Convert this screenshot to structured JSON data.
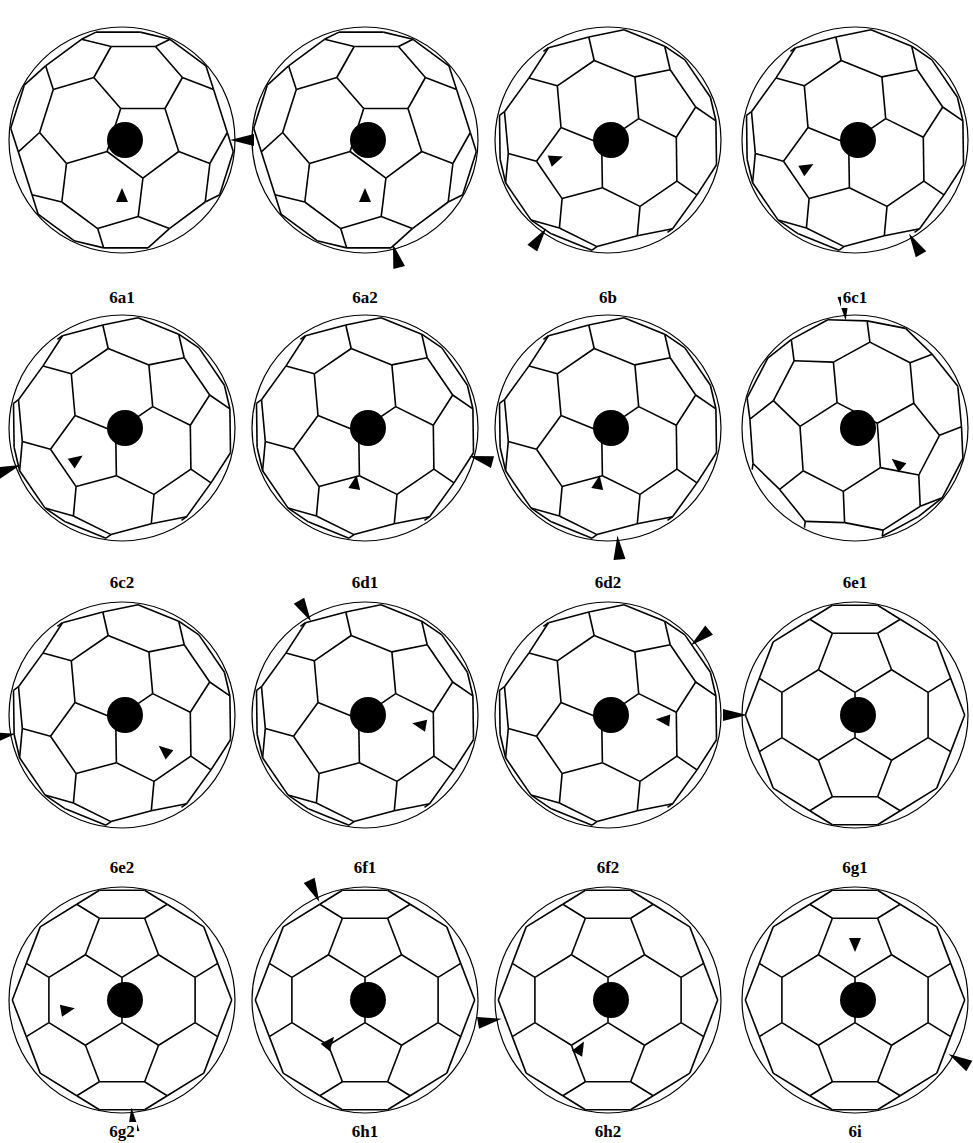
{
  "diagram": {
    "labels": [
      "6a1",
      "6a2",
      "6b",
      "6c1",
      "6c2",
      "6d1",
      "6d2",
      "6e1",
      "6e2",
      "6f1",
      "6f2",
      "6g1",
      "6g2",
      "6h1",
      "6h2",
      "6i"
    ]
  }
}
